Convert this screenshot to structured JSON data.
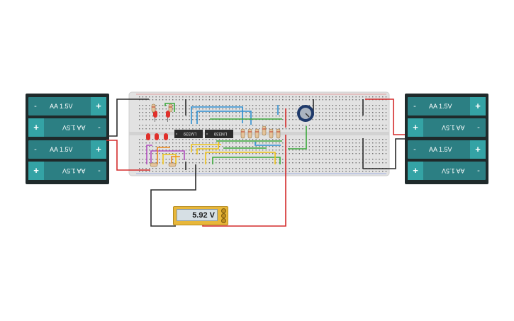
{
  "battery_packs": [
    {
      "cells": [
        {
          "label": "AA 1.5V",
          "plus": "+",
          "minus": "-"
        },
        {
          "label": "AA 1.5V",
          "plus": "+",
          "minus": "-"
        },
        {
          "label": "AA 1.5V",
          "plus": "+",
          "minus": "-"
        },
        {
          "label": "AA 1.5V",
          "plus": "+",
          "minus": "-"
        }
      ]
    },
    {
      "cells": [
        {
          "label": "AA 1.5V",
          "plus": "+",
          "minus": "-"
        },
        {
          "label": "AA 1.5V",
          "plus": "+",
          "minus": "-"
        },
        {
          "label": "AA 1.5V",
          "plus": "+",
          "minus": "-"
        },
        {
          "label": "AA 1.5V",
          "plus": "+",
          "minus": "-"
        }
      ]
    }
  ],
  "chips": [
    {
      "label": "LM339"
    },
    {
      "label": "LM339"
    }
  ],
  "multimeter": {
    "reading": "5.92 V"
  },
  "colors": {
    "breadboard": "#e2e2e2",
    "wire_red": "#d32b2b",
    "wire_black": "#2a2a2a",
    "wire_blue": "#2f8fd1",
    "wire_green": "#3aa83a",
    "wire_yellow": "#f0c419",
    "wire_purple": "#b24fc0",
    "wire_orange": "#f08a1d",
    "led_red": "#e0302b",
    "battery_body": "#2c7f83",
    "battery_cap": "#34a3a5",
    "meter_body": "#e8b73a"
  }
}
